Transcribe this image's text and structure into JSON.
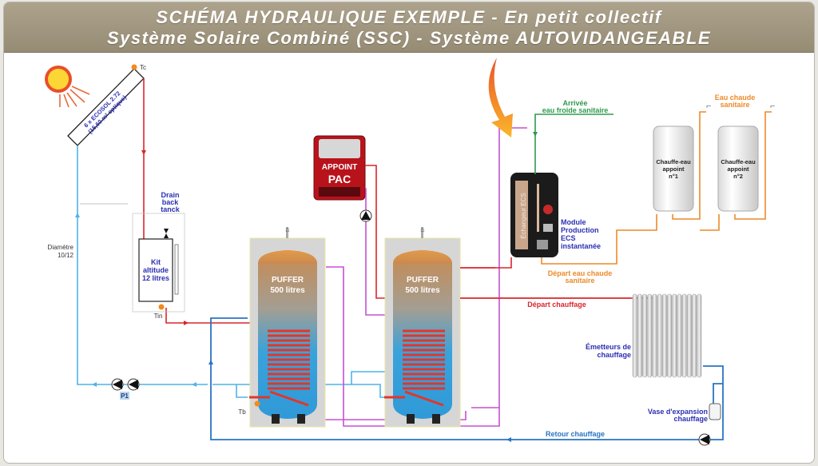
{
  "title": {
    "line1": "SCHÉMA HYDRAULIQUE EXEMPLE - En petit collectif",
    "line2": "Système Solaire Combiné (SSC) - Système AUTOVIDANGEABLE"
  },
  "colors": {
    "solar_hot": "#d8262a",
    "solar_cold": "#4fb4e6",
    "heating_return": "#2a74c2",
    "pac_loop": "#c750d0",
    "cold_water": "#2e9a4d",
    "hot_water": "#ec8a2a",
    "label_blue": "#2b2fb3",
    "banner": "#a29781"
  },
  "collector": {
    "label_line1": "6 x ECOSOL 2.72",
    "label_line2": "(15,60 m² optique)",
    "sensor": "Tc"
  },
  "pipe_note": {
    "line1": "Diamètre",
    "line2": "10/12"
  },
  "drainback": {
    "title_line1": "Drain",
    "title_line2": "back",
    "title_line3": "tanck",
    "kit_line1": "Kit",
    "kit_line2": "altitude",
    "kit_line3": "12 litres",
    "sensor": "Tin"
  },
  "pump_p1": {
    "label": "P1"
  },
  "sensor_tb": {
    "label": "Tb"
  },
  "pac": {
    "line1": "APPOINT",
    "line2": "PAC"
  },
  "puffers": [
    {
      "line1": "PUFFER",
      "line2": "500 litres"
    },
    {
      "line1": "PUFFER",
      "line2": "500 litres"
    }
  ],
  "ecs_module": {
    "exchanger_label": "Échangeur ECS",
    "line1": "Module",
    "line2": "Production",
    "line3": "ECS",
    "line4": "instantanée"
  },
  "cold_water_inlet": {
    "line1": "Arrivée",
    "line2": "eau froide sanitaire"
  },
  "hot_water_outlet": {
    "line1": "Eau chaude",
    "line2": "sanitaire"
  },
  "hot_water_departure": {
    "line1": "Départ eau chaude",
    "line2": "sanitaire"
  },
  "heaters": [
    {
      "line1": "Chauffe-eau",
      "line2": "appoint",
      "line3": "n°1"
    },
    {
      "line1": "Chauffe-eau",
      "line2": "appoint",
      "line3": "n°2"
    }
  ],
  "heating_departure": "Départ chauffage",
  "heating_return": "Retour chauffage",
  "emitters": {
    "line1": "Émetteurs de",
    "line2": "chauffage"
  },
  "expansion_vessel": {
    "line1": "Vase d'expansion",
    "line2": "chauffage"
  }
}
